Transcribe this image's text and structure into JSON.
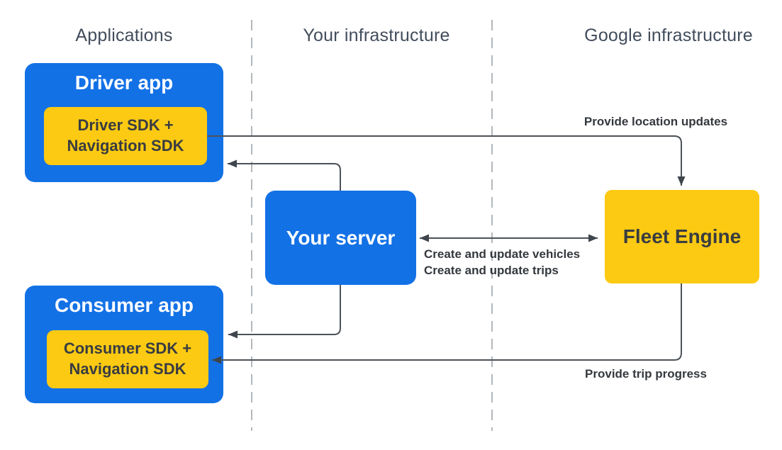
{
  "colors": {
    "blue": "#1371e6",
    "yellow": "#fcca12",
    "white_text": "#ffffff",
    "dark_text": "#393c41",
    "header_text": "#424d5c",
    "line": "#4d5258",
    "arrowhead": "#3f454c",
    "dashed_line": "#a0a6ac",
    "label_text": "#34383d"
  },
  "headers": {
    "applications": "Applications",
    "your_infrastructure": "Your infrastructure",
    "google_infrastructure": "Google infrastructure"
  },
  "nodes": {
    "driver_app": {
      "title": "Driver app",
      "sdk_line1": "Driver SDK +",
      "sdk_line2": "Navigation SDK"
    },
    "consumer_app": {
      "title": "Consumer app",
      "sdk_line1": "Consumer SDK +",
      "sdk_line2": "Navigation SDK"
    },
    "your_server": {
      "title": "Your server"
    },
    "fleet_engine": {
      "title": "Fleet Engine"
    }
  },
  "edges": {
    "provide_location_updates": "Provide location updates",
    "create_and_update_vehicles": "Create and update vehicles",
    "create_and_update_trips": "Create and update trips",
    "provide_trip_progress": "Provide trip progress"
  }
}
